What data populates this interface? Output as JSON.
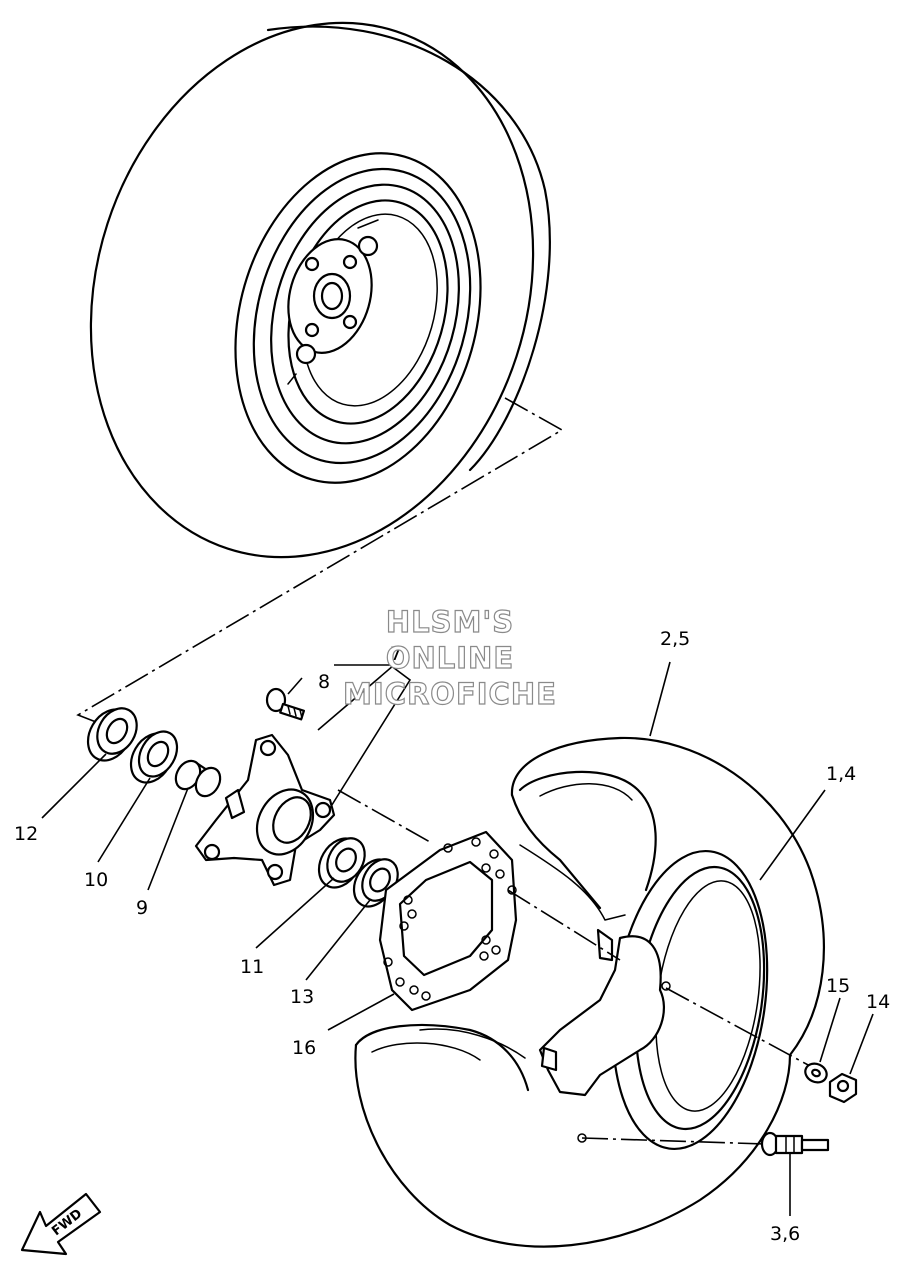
{
  "watermark": {
    "line1": "HLSM'S",
    "line2": "ONLINE",
    "line3": "MICROFICHE"
  },
  "direction_marker": "FWD",
  "callouts": {
    "c1_4": "1,4",
    "c2_5": "2,5",
    "c3_6": "3,6",
    "c7": "7",
    "c8": "8",
    "c9": "9",
    "c10": "10",
    "c11": "11",
    "c12": "12",
    "c13": "13",
    "c14": "14",
    "c15": "15",
    "c16": "16"
  }
}
